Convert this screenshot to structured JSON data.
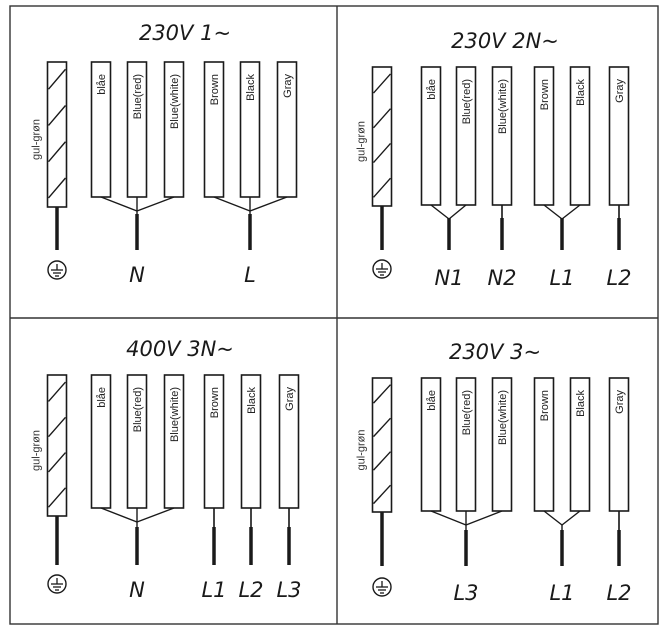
{
  "panels": [
    {
      "title": "230V 1~",
      "earth_label": "gul-grøn",
      "wires": [
        "blåe",
        "Blue(red)",
        "Blue(white)",
        "Brown",
        "Black",
        "Gray"
      ],
      "terminals": [
        "N",
        "L"
      ]
    },
    {
      "title": "230V 2N~",
      "earth_label": "gul-grøn",
      "wires": [
        "blåe",
        "Blue(red)",
        "Blue(white)",
        "Brown",
        "Black",
        "Gray"
      ],
      "terminals": [
        "N1",
        "N2",
        "L1",
        "L2"
      ]
    },
    {
      "title": "400V 3N~",
      "earth_label": "gul-grøn",
      "wires": [
        "blåe",
        "Blue(red)",
        "Blue(white)",
        "Brown",
        "Black",
        "Gray"
      ],
      "terminals": [
        "N",
        "L1",
        "L2",
        "L3"
      ]
    },
    {
      "title": "230V 3~",
      "earth_label": "gul-grøn",
      "wires": [
        "blåe",
        "Blue(red)",
        "Blue(white)",
        "Brown",
        "Black",
        "Gray"
      ],
      "terminals": [
        "L3",
        "L1",
        "L2"
      ]
    }
  ],
  "icons": {
    "earth": "earth-ground-icon"
  },
  "colors": {
    "line": "#1a1a1a",
    "border": "#333333",
    "background": "#ffffff"
  }
}
